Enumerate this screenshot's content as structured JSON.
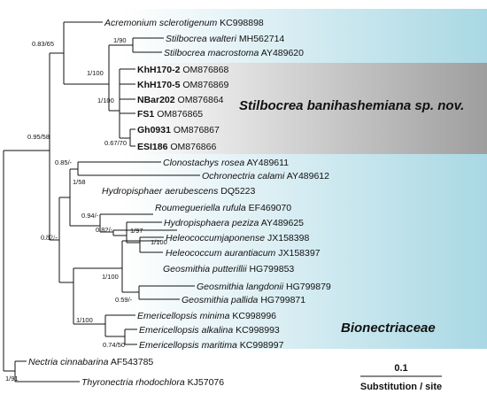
{
  "colors": {
    "bionectriaceae_gradient_start": "#ffffff",
    "bionectriaceae_gradient_end": "#a9d8e4",
    "new_species_gradient_start": "#ffffff",
    "new_species_gradient_end": "#9e9e9e"
  },
  "taxa": [
    {
      "id": "t1",
      "species": "Acremonium sclerotigenum",
      "code": "KC998898",
      "bold": false
    },
    {
      "id": "t2",
      "species": "Stilbocrea walteri",
      "code": "MH562714",
      "bold": false
    },
    {
      "id": "t3",
      "species": "Stilbocrea macrostoma",
      "code": "AY489620",
      "bold": false
    },
    {
      "id": "t4",
      "species": "KhH170-2",
      "code": "OM876868",
      "bold": true
    },
    {
      "id": "t5",
      "species": "KhH170-5",
      "code": "OM876869",
      "bold": true
    },
    {
      "id": "t6",
      "species": "NBar202",
      "code": "OM876864",
      "bold": true
    },
    {
      "id": "t7",
      "species": "FS1",
      "code": "OM876865",
      "bold": true
    },
    {
      "id": "t8",
      "species": "Gh0931",
      "code": "OM876867",
      "bold": true
    },
    {
      "id": "t9",
      "species": "ESI186",
      "code": "OM876866",
      "bold": true
    },
    {
      "id": "t10",
      "species": "Clonostachys rosea",
      "code": "AY489611",
      "bold": false
    },
    {
      "id": "t11",
      "species": "Ochronectria calami",
      "code": "AY489612",
      "bold": false
    },
    {
      "id": "t12",
      "species": "Hydropisphaer aerubescens",
      "code": "DQ5223",
      "bold": false
    },
    {
      "id": "t13",
      "species": "Roumegueriella rufula",
      "code": "EF469070",
      "bold": false
    },
    {
      "id": "t14",
      "species": "Hydropisphaera peziza",
      "code": "AY489625",
      "bold": false
    },
    {
      "id": "t15",
      "species": "Heleococcumjaponense",
      "code": "JX158398",
      "bold": false
    },
    {
      "id": "t16",
      "species": "Heleococcum aurantiacum",
      "code": "JX158397",
      "bold": false
    },
    {
      "id": "t17",
      "species": "Geosmithia putterillii",
      "code": "HG799853",
      "bold": false
    },
    {
      "id": "t18",
      "species": "Geosmithia langdonii",
      "code": "HG799879",
      "bold": false
    },
    {
      "id": "t19",
      "species": "Geosmithia pallida",
      "code": "HG799871",
      "bold": false
    },
    {
      "id": "t20",
      "species": "Emericellopsis minima",
      "code": "KC998996",
      "bold": false
    },
    {
      "id": "t21",
      "species": "Emericellopsis alkalina",
      "code": "KC998993",
      "bold": false
    },
    {
      "id": "t22",
      "species": "Emericellopsis maritima",
      "code": "KC998997",
      "bold": false
    },
    {
      "id": "t23",
      "species": "Nectria cinnabarina",
      "code": "AF543785",
      "bold": false
    },
    {
      "id": "t24",
      "species": "Thyronectria rhodochlora",
      "code": "KJ57076",
      "bold": false
    }
  ],
  "supports": {
    "s1": "0.83/65",
    "s2": "1/90",
    "s3": "1/100",
    "s4": "1/100",
    "s5": "0.67/70",
    "s6": "0.95/58",
    "s7": "0.85/-",
    "s8": "1/58",
    "s9": "0.94/-",
    "s10": "0.82/-",
    "s11": "1/97",
    "s12": "1/100",
    "s13": "0.82/-",
    "s14": "1/100",
    "s15": "0.59/-",
    "s16": "1/100",
    "s17": "0.74/50",
    "s18": "1/91"
  },
  "clades": {
    "new_species_label": "Stilbocrea banihashemiana sp. nov.",
    "family_label": "Bionectriaceae"
  },
  "scale_bar": {
    "value_label": "0.1",
    "unit_label": "Substitution / site"
  }
}
